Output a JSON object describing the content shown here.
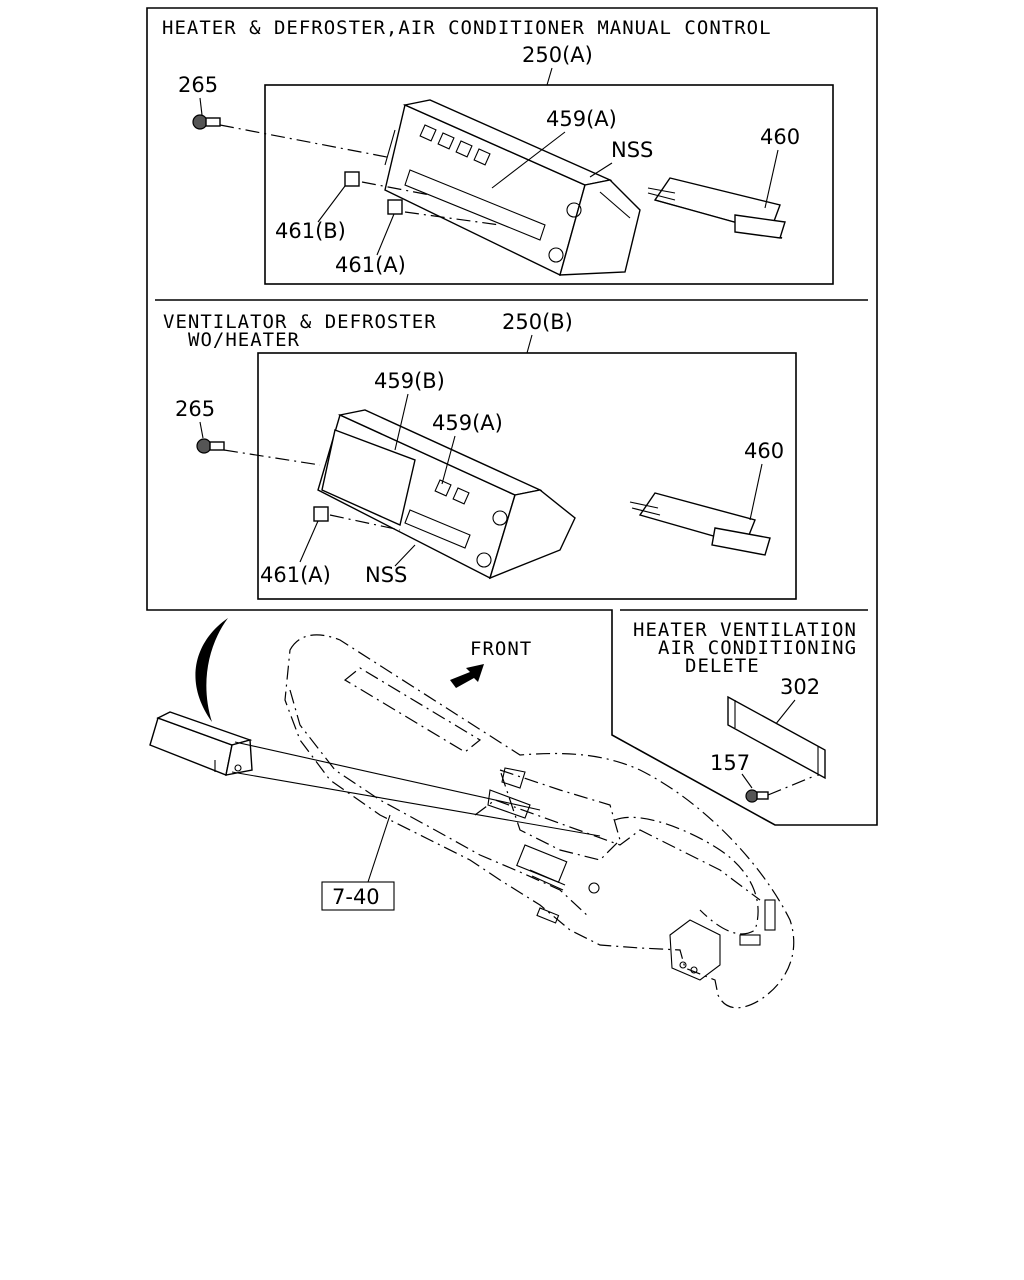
{
  "sections": {
    "top_title": "HEATER & DEFROSTER,AIR CONDITIONER MANUAL CONTROL",
    "middle_title_line1": "VENTILATOR & DEFROSTER",
    "middle_title_line2": "WO/HEATER",
    "right_title_line1": "HEATER VENTILATION",
    "right_title_line2": "AIR CONDITIONING",
    "right_title_line3": "DELETE"
  },
  "callouts": {
    "top": {
      "assembly": "250(A)",
      "screw": "265",
      "knob_a": "459(A)",
      "nss": "NSS",
      "module": "460",
      "clip_b": "461(B)",
      "clip_a": "461(A)"
    },
    "middle": {
      "assembly": "250(B)",
      "screw": "265",
      "knob_b": "459(B)",
      "knob_a": "459(A)",
      "module": "460",
      "clip_a": "461(A)",
      "nss": "NSS"
    },
    "delete": {
      "panel": "302",
      "screw": "157"
    },
    "front_label": "FRONT",
    "dashboard_ref": "7-40"
  }
}
